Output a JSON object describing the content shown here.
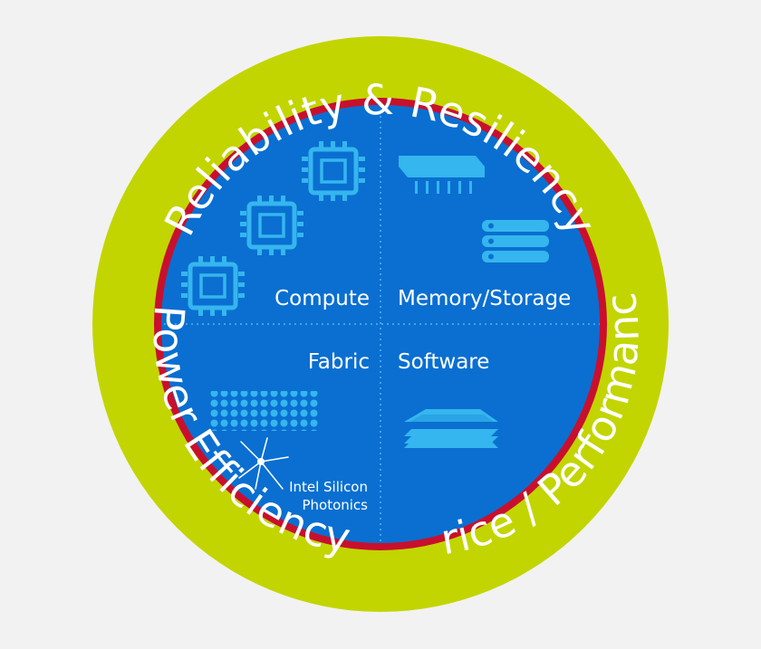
{
  "ring": {
    "top": "Reliability & Resiliency",
    "left": "Power Efficiency",
    "right": "Price / Performance"
  },
  "quadrants": {
    "compute": "Compute",
    "memory_storage": "Memory/Storage",
    "fabric": "Fabric",
    "software": "Software"
  },
  "photonics": {
    "line1": "Intel Silicon",
    "line2": "Photonics"
  },
  "colors": {
    "outer_ring": "#c2d500",
    "red_ring": "#c8102e",
    "inner_blue": "#0a6fd1",
    "icon": "#35b6ee"
  }
}
